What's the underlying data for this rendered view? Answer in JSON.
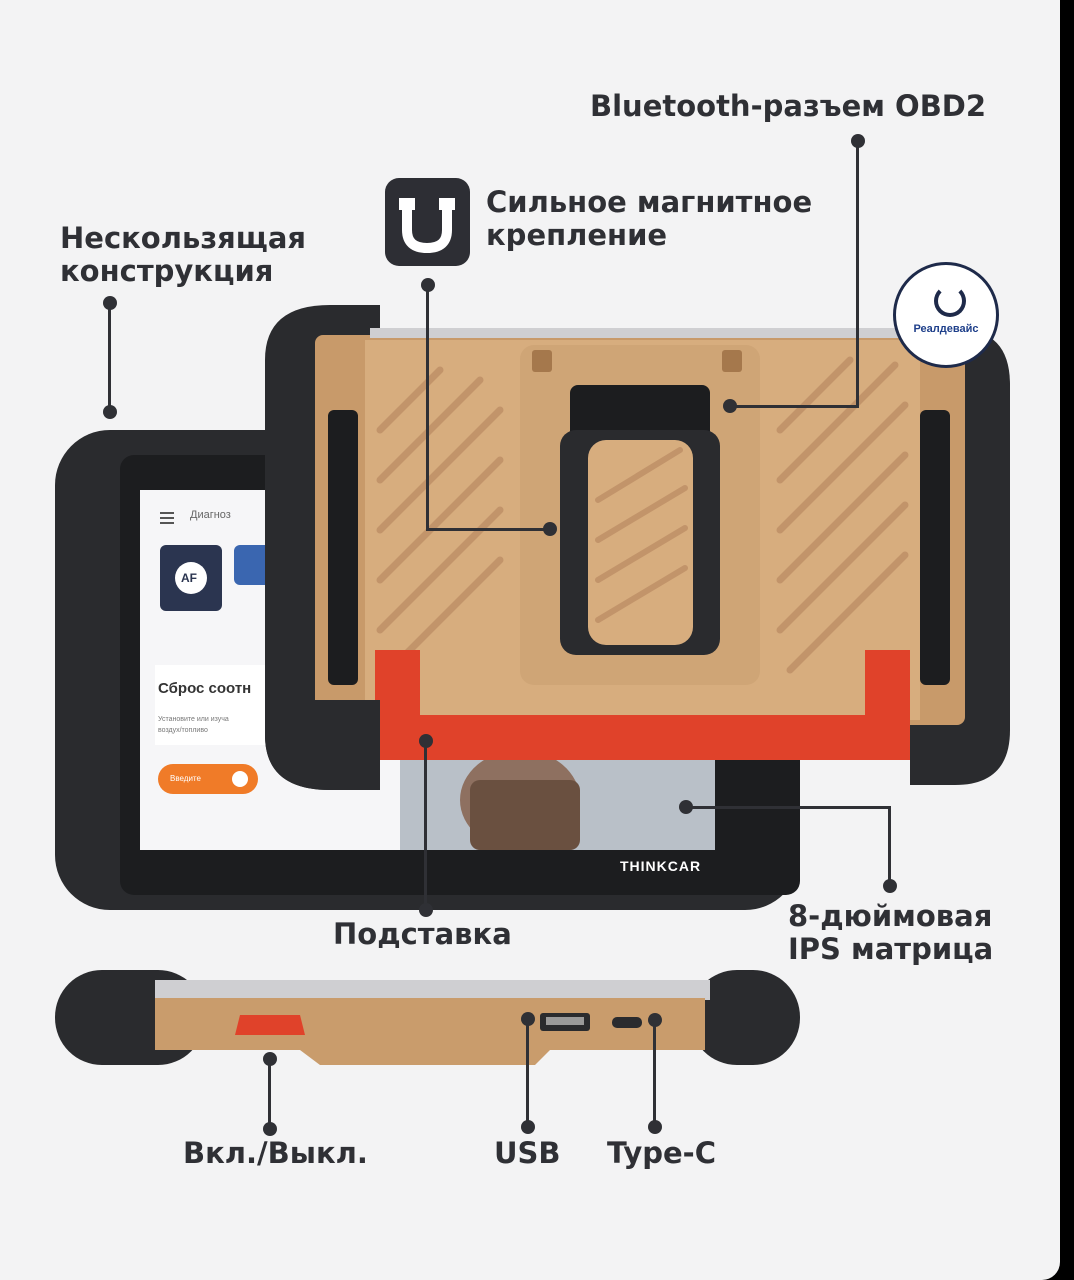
{
  "labels": {
    "non_slip": [
      "Нескользящая",
      "конструкция"
    ],
    "magnetic": [
      "Сильное магнитное",
      "крепление"
    ],
    "bluetooth": "Bluetooth-разъем OBD2",
    "stand": "Подставка",
    "screen": [
      "8-дюймовая",
      "IPS матрица"
    ],
    "power": "Вкл./Выкл.",
    "usb": "USB",
    "typec": "Type-C"
  },
  "brand": "THINKCAR",
  "badge": "Реалдевайс",
  "screen_ui": {
    "menu_label": "Диагноз",
    "af_label": "AF",
    "card_title": "Сброс соотн",
    "card_text": [
      "Установите или изуча",
      "воздух/топливо"
    ],
    "button_label": "Введите"
  },
  "colors": {
    "body_tan": "#d7ad7e",
    "rubber": "#2a2b2e",
    "accent_red": "#e0422a",
    "text": "#2f3035"
  }
}
